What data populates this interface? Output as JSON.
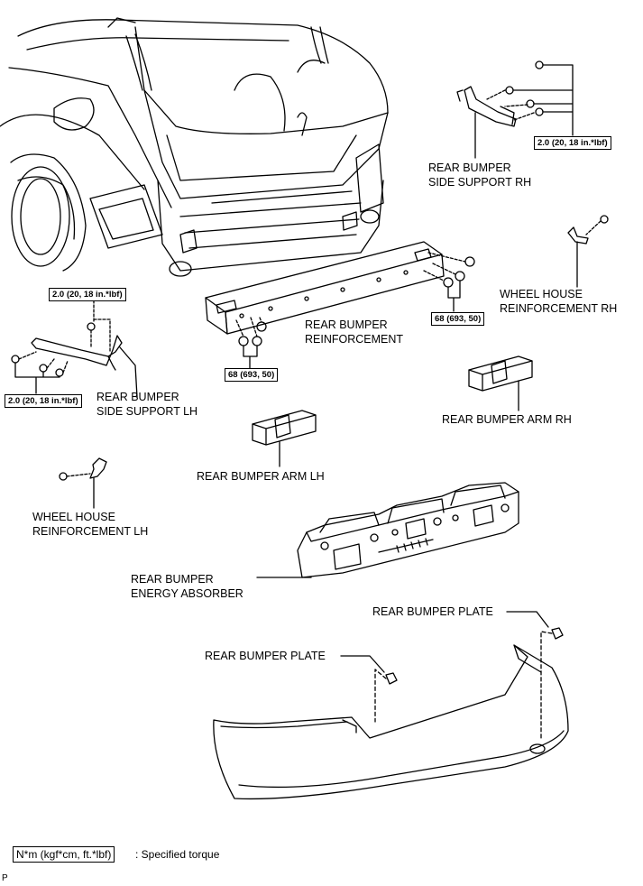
{
  "labels": {
    "side_support_rh": [
      "REAR BUMPER",
      "SIDE SUPPORT RH"
    ],
    "wheel_house_rh": [
      "WHEEL HOUSE",
      "REINFORCEMENT RH"
    ],
    "reinforcement": [
      "REAR BUMPER",
      "REINFORCEMENT"
    ],
    "side_support_lh": [
      "REAR BUMPER",
      "SIDE SUPPORT LH"
    ],
    "arm_rh": "REAR BUMPER ARM RH",
    "arm_lh": "REAR BUMPER ARM LH",
    "wheel_house_lh": [
      "WHEEL HOUSE",
      "REINFORCEMENT LH"
    ],
    "energy_absorber": [
      "REAR BUMPER",
      "ENERGY ABSORBER"
    ],
    "plate_right": "REAR BUMPER PLATE",
    "plate_left": "REAR BUMPER PLATE"
  },
  "torques": {
    "rh_support": "2.0 (20, 18 in.*lbf)",
    "lh_support_top": "2.0 (20, 18 in.*lbf)",
    "lh_support_bottom": "2.0 (20, 18 in.*lbf)",
    "reinf_left": "68 (693, 50)",
    "reinf_right": "68 (693, 50)"
  },
  "legend": {
    "unit_box": "N*m (kgf*cm, ft.*lbf)",
    "description": ": Specified torque"
  },
  "page_id": "P"
}
